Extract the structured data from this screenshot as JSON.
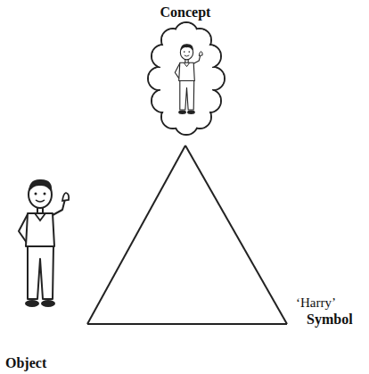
{
  "diagram": {
    "nodes": [
      {
        "text": [
          "Concept"
        ]
      },
      {
        "text": [
          "Object"
        ]
      },
      {
        "text": [
          "‘Harry’",
          "Symbol"
        ]
      }
    ],
    "edges": [
      {
        "from": 0,
        "to": 1,
        "arrow": "none"
      },
      {
        "from": 0,
        "to": 2,
        "arrow": "none"
      },
      {
        "from": 1,
        "to": 2,
        "arrow": "none"
      }
    ]
  }
}
